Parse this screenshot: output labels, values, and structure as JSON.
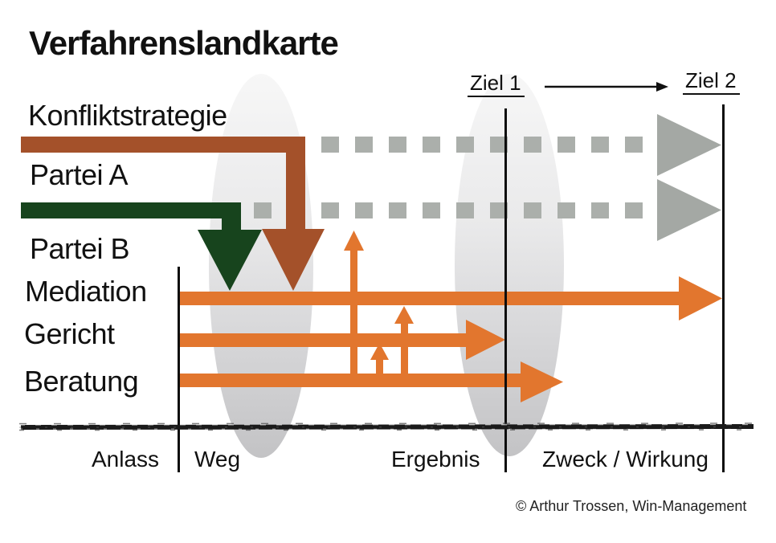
{
  "title": "Verfahrenslandkarte",
  "rows": {
    "konfliktstrategie": "Konfliktstrategie",
    "partei_a": "Partei A",
    "partei_b": "Partei B",
    "mediation": "Mediation",
    "gericht": "Gericht",
    "beratung": "Beratung"
  },
  "goals": {
    "ziel1": "Ziel 1",
    "ziel2": "Ziel 2"
  },
  "phases": {
    "anlass": "Anlass",
    "weg": "Weg",
    "ergebnis": "Ergebnis",
    "zweck_wirkung": "Zweck / Wirkung"
  },
  "credit": "© Arthur Trossen, Win-Management",
  "colors": {
    "partei-a-brown": "#a4512a",
    "partei-b-green": "#17441d",
    "procedure-orange": "#e2762e",
    "track-gray": "#abafab",
    "arrow-gray": "#a4a8a4",
    "line-black": "#0d0d0d"
  }
}
